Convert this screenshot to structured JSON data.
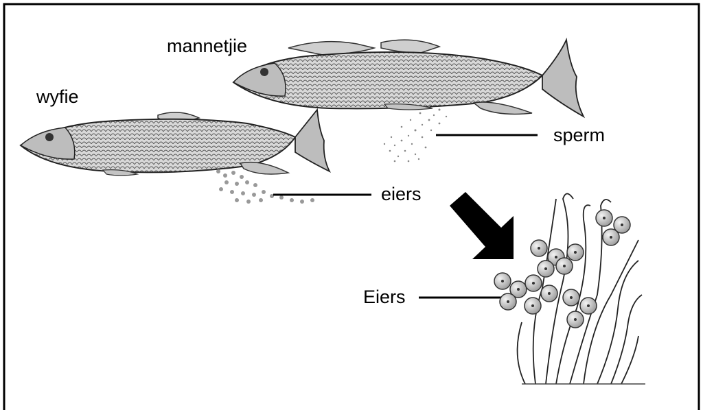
{
  "labels": {
    "male": "mannetjie",
    "female": "wyfie",
    "sperm": "sperm",
    "eggs_released": "eiers",
    "eggs_on_plant": "Eiers"
  }
}
